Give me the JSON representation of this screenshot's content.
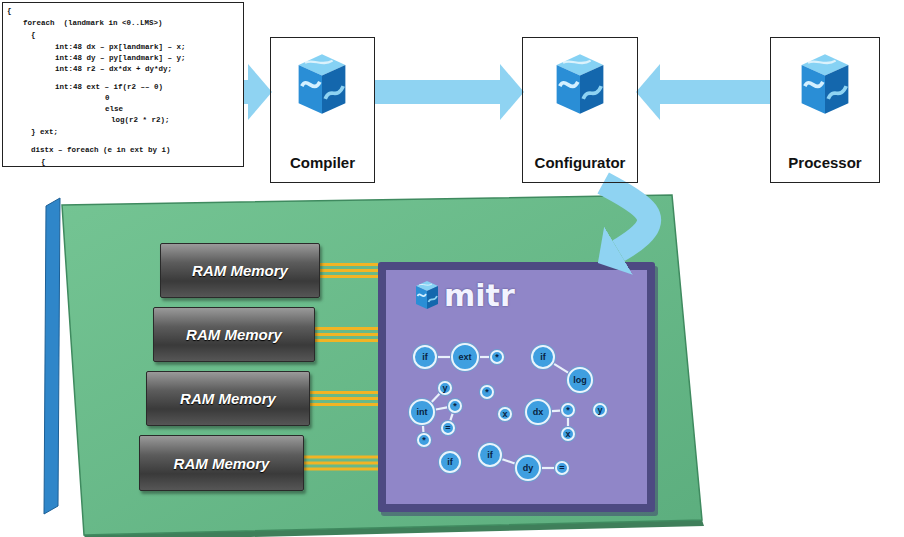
{
  "diagram": {
    "nodes": [
      {
        "text": [
          "{",
          "foreach  (landmark in <0..LMS>)",
          "{",
          "int:48 dx – px[landmark] – x;",
          "int:48 dy – py[landmark] – y;",
          "int:48 r2 – dx*dx + dy*dy;",
          "int:48 ext – if(r2 –– 0)",
          "0",
          "else",
          "log(r2 * r2);",
          "} ext;",
          "distx – foreach (e in ext by i)",
          "{"
        ]
      },
      {
        "text": [
          "Compiler"
        ]
      },
      {
        "text": [
          "Configurator"
        ]
      },
      {
        "text": [
          "Processor"
        ]
      },
      {
        "text": [
          "RAM Memory"
        ]
      },
      {
        "text": [
          "RAM Memory"
        ]
      },
      {
        "text": [
          "RAM Memory"
        ]
      },
      {
        "text": [
          "RAM Memory"
        ]
      },
      {
        "text": [
          "mitr"
        ]
      },
      {
        "text": [
          "if"
        ],
        "in": 8
      },
      {
        "text": [
          "ext"
        ],
        "in": 8
      },
      {
        "text": [
          "*"
        ],
        "in": 8
      },
      {
        "text": [
          "if"
        ],
        "in": 8
      },
      {
        "text": [
          "log"
        ],
        "in": 8
      },
      {
        "text": [
          "y"
        ],
        "in": 8
      },
      {
        "text": [
          "*"
        ],
        "in": 8
      },
      {
        "text": [
          "int"
        ],
        "in": 8
      },
      {
        "text": [
          "="
        ],
        "in": 8
      },
      {
        "text": [
          "*"
        ],
        "in": 8
      },
      {
        "text": [
          "*"
        ],
        "in": 8
      },
      {
        "text": [
          "x"
        ],
        "in": 8
      },
      {
        "text": [
          "dx"
        ],
        "in": 8
      },
      {
        "text": [
          "*"
        ],
        "in": 8
      },
      {
        "text": [
          "y"
        ],
        "in": 8
      },
      {
        "text": [
          "x"
        ],
        "in": 8
      },
      {
        "text": [
          "if"
        ],
        "in": 8
      },
      {
        "text": [
          "if"
        ],
        "in": 8
      },
      {
        "text": [
          "dy"
        ],
        "in": 8
      },
      {
        "text": [
          "="
        ],
        "in": 8
      }
    ],
    "edges": [
      {
        "from": 0,
        "to": 1,
        "arrow": "to"
      },
      {
        "from": 1,
        "to": 2,
        "arrow": "to"
      },
      {
        "from": 3,
        "to": 2,
        "arrow": "to"
      },
      {
        "from": 2,
        "to": 8,
        "arrow": "to"
      },
      {
        "from": 4,
        "to": 8,
        "arrow": "none"
      },
      {
        "from": 5,
        "to": 8,
        "arrow": "none"
      },
      {
        "from": 6,
        "to": 8,
        "arrow": "none"
      },
      {
        "from": 7,
        "to": 8,
        "arrow": "none"
      },
      {
        "from": 9,
        "to": 10,
        "arrow": "none"
      },
      {
        "from": 10,
        "to": 11,
        "arrow": "none"
      },
      {
        "from": 12,
        "to": 13,
        "arrow": "none"
      },
      {
        "from": 16,
        "to": 14,
        "arrow": "none"
      },
      {
        "from": 16,
        "to": 15,
        "arrow": "none"
      },
      {
        "from": 15,
        "to": 17,
        "arrow": "none"
      },
      {
        "from": 16,
        "to": 18,
        "arrow": "none"
      },
      {
        "from": 21,
        "to": 22,
        "arrow": "none"
      },
      {
        "from": 22,
        "to": 24,
        "arrow": "none"
      },
      {
        "from": 26,
        "to": 27,
        "arrow": "none"
      },
      {
        "from": 27,
        "to": 28,
        "arrow": "none"
      }
    ]
  }
}
